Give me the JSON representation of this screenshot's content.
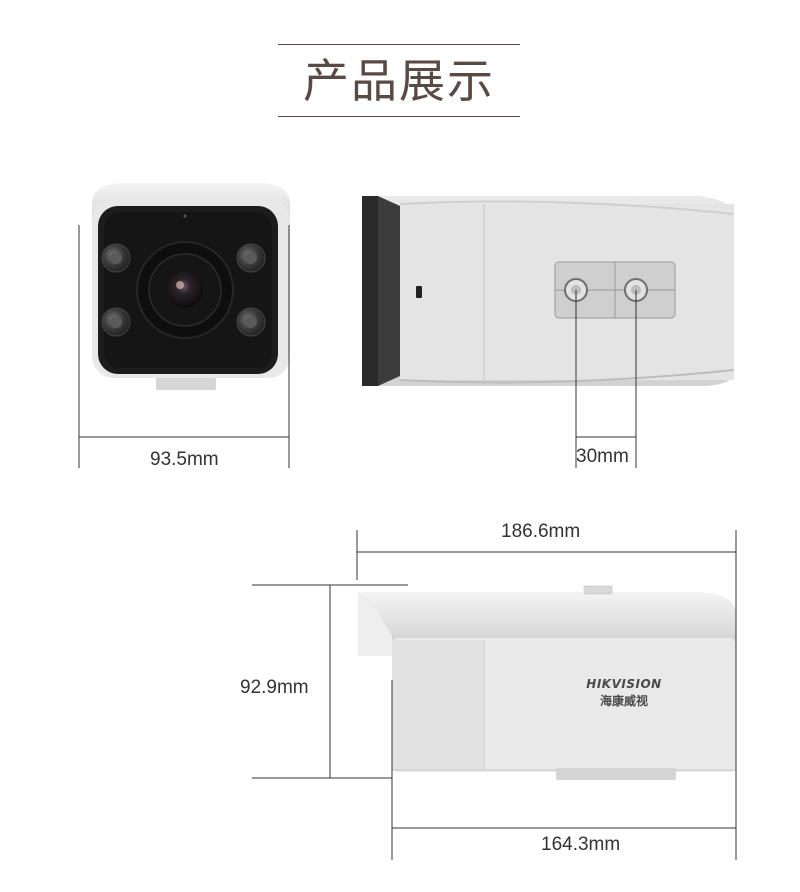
{
  "title": "产品展示",
  "brand": {
    "name": "HIKVISION",
    "name_cn": "海康威视"
  },
  "dimensions": {
    "front_width": "93.5mm",
    "mount_spacing": "30mm",
    "total_length": "186.6mm",
    "height": "92.9mm",
    "body_length": "164.3mm"
  },
  "colors": {
    "title": "#5a4a44",
    "housing": "#e6e6e6",
    "face": "#1c1c1c",
    "logo": "#4a4a4a"
  }
}
